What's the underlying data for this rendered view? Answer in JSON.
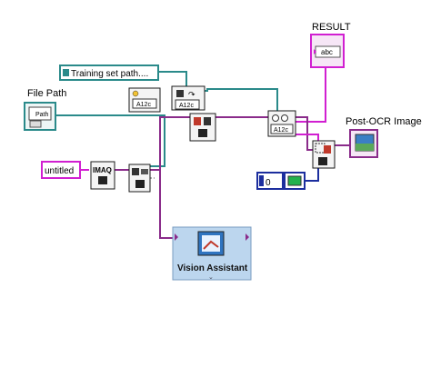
{
  "labels": {
    "result": "RESULT",
    "file_path": "File Path",
    "post_ocr": "Post-OCR Image"
  },
  "controls": {
    "training_set_path": "Training set path....",
    "untitled": "untitled",
    "numeric_value": "0",
    "path_tag": "Path",
    "abc_tag": "abc"
  },
  "vis": {
    "imaq_text": "IMAQ",
    "a12c": "A12c"
  },
  "vision_assistant": {
    "label": "Vision Assistant"
  },
  "colors": {
    "pink_wire": "#d11fd1",
    "purple_wire": "#8a2b8a",
    "teal_wire": "#2a8a8a",
    "blue_wire": "#1c2e9e",
    "green_wire": "#2c7a2c",
    "va_bg": "#bcd6ee"
  },
  "icons": [
    "imaq-icon",
    "save-icon",
    "delete-icon",
    "ocr-icon",
    "overlay-icon",
    "image-display-icon",
    "vision-assistant-icon"
  ]
}
